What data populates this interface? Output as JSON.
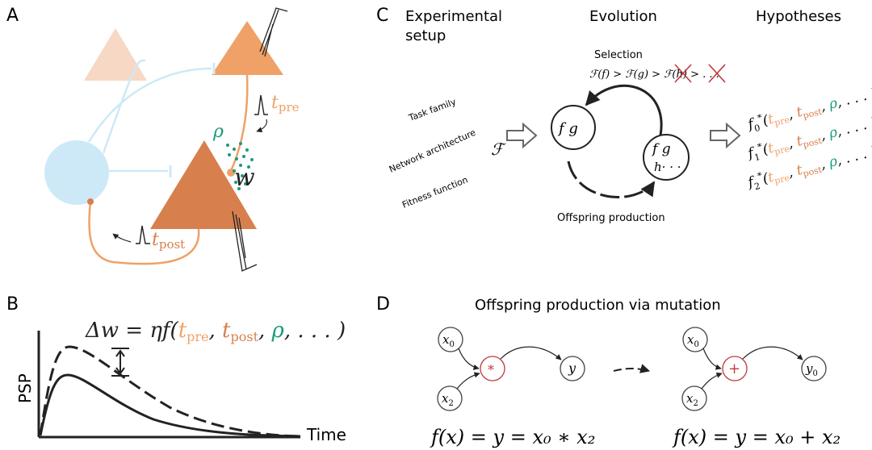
{
  "panels": {
    "a": "A",
    "b": "B",
    "c": "C",
    "d": "D"
  },
  "panel_a": {
    "t_pre": {
      "t": "t",
      "sub": "pre"
    },
    "t_post": {
      "t": "t",
      "sub": "post"
    },
    "rho": "ρ",
    "w": "w"
  },
  "panel_b": {
    "eq_lhs": "Δw = ηf(",
    "eq_t1": "t",
    "eq_t1_sub": "pre",
    "comma1": ", ",
    "eq_t2": "t",
    "eq_t2_sub": "post",
    "comma2": ", ",
    "eq_rho": "ρ",
    "eq_tail": ", . . . )",
    "ylabel": "PSP",
    "xlabel": "Time"
  },
  "panel_c": {
    "col1_line1": "Experimental",
    "col1_line2": "setup",
    "col2": "Evolution",
    "col3": "Hypotheses",
    "task_family": "Task family",
    "network_arch": "Network architecture",
    "fitness_fn": "Fitness function",
    "F_symbol": "ℱ",
    "selection": "Selection",
    "sel_ff": "ℱ(f) > ℱ(g) > ",
    "sel_fh": "ℱ(h)",
    "sel_gt": " > ",
    "sel_dots": ". . .",
    "node1": "f  g",
    "node2_top": "f  g",
    "node2_bot": "h· · ·",
    "offspring": "Offspring production",
    "hyp": [
      {
        "f": "f",
        "sub": "0"
      },
      {
        "f": "f",
        "sub": "1"
      },
      {
        "f": "f",
        "sub": "2"
      }
    ],
    "hyp_star": "*",
    "hyp_open": "(",
    "hyp_t": "t",
    "hyp_pre": "pre",
    "hyp_post": "post",
    "hyp_comma": ", ",
    "hyp_rho": "ρ",
    "hyp_tail": ", . . . )"
  },
  "panel_d": {
    "title": "Offspring production via mutation",
    "x0": "x",
    "x0_sub": "0",
    "x2": "x",
    "x2_sub": "2",
    "op1": "*",
    "op2": "+",
    "y": "y",
    "y0": "y",
    "y0_sub": "0",
    "eq1": "f(x) = y = x₀ ∗ x₂",
    "eq2": "f(x) = y = x₀ + x₂"
  },
  "colors": {
    "orange_light": "#f6d8c4",
    "orange": "#f0a167",
    "orange_dark": "#d87f4e",
    "blue_light": "#cde9f7",
    "teal": "#1a9a7b",
    "red": "#c0393b",
    "ink": "#222222"
  }
}
